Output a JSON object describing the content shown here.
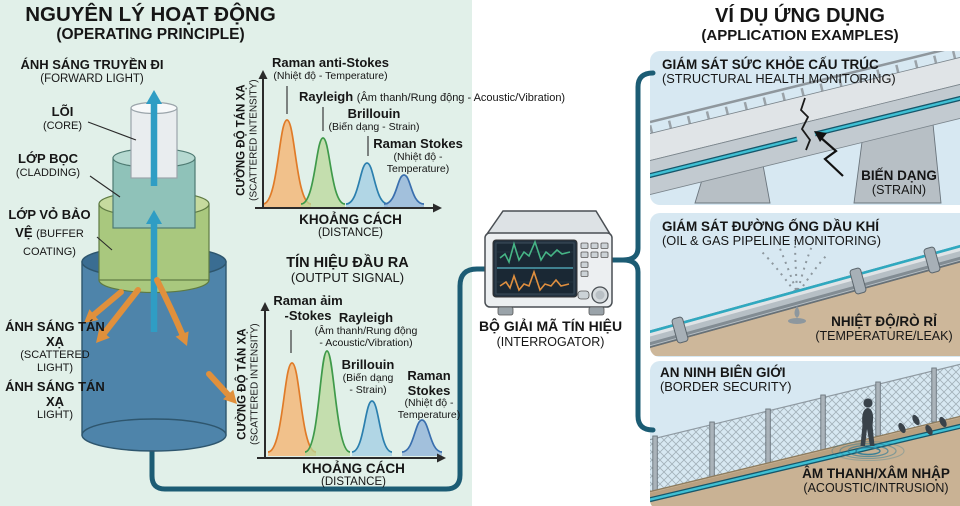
{
  "principle": {
    "title": "NGUYÊN LÝ HOẠT ĐỘNG",
    "subtitle": "(OPERATING PRINCIPLE)",
    "forward_light": {
      "vn": "ÁNH SÁNG TRUYỀN ĐI",
      "en": "(FORWARD LIGHT)"
    },
    "core": {
      "vn": "LÕI",
      "en": "(CORE)"
    },
    "cladding": {
      "vn": "LỚP BỌC",
      "en": "(CLADDING)"
    },
    "buffer": {
      "vn": "LỚP VỎ BẢO VỆ ",
      "en": "(BUFFER COATING)"
    },
    "scattered1": {
      "vn": "ÁNH SÁNG TÁN XẠ",
      "en": "(SCATTERED LIGHT)"
    },
    "scattered2": {
      "vn": "ÁNH SÁNG TÁN XẠ",
      "en": "LIGHT)"
    }
  },
  "charts": {
    "y_axis": {
      "vn": "CƯỜNG ĐỘ TÁN XẠ",
      "en": "(SCATTERED INTENSITY)"
    },
    "x_axis": {
      "vn": "KHOẢNG CÁCH",
      "en": "(DISTANCE)"
    },
    "output_signal": {
      "vn": "TÍN HIỆU ĐẦU RA",
      "en": "(OUTPUT SIGNAL)"
    },
    "backscatter": {
      "raman_anti": {
        "name": "Raman anti-Stokes",
        "desc": "(Nhiệt độ - Temperature)"
      },
      "rayleigh": {
        "name": "Rayleigh ",
        "desc": "(Âm thanh/Rung động - Acoustic/Vibration)"
      },
      "brillouin": {
        "name": "Brillouin",
        "desc": "(Biến dạng - Strain)"
      },
      "raman_stokes": {
        "name": "Raman Stokes",
        "desc1": "(Nhiệt độ -",
        "desc2": "Temperature)"
      }
    },
    "output": {
      "raman_anti": {
        "name1": "Raman ảim",
        "name2": "-Stokes"
      },
      "rayleigh": {
        "name": "Rayleigh",
        "desc1": "(Âm thanh/Rung động",
        "desc2": "- Acoustic/Vibration)"
      },
      "brillouin": {
        "name": "Brillouin",
        "desc1": "(Biến dạng",
        "desc2": "- Strain)"
      },
      "raman_stokes": {
        "name1": "Raman",
        "name2": "Stokes",
        "desc1": "(Nhiệt độ -",
        "desc2": "Temperature)"
      }
    }
  },
  "interrogator": {
    "vn": "BỘ GIẢI MÃ TÍN HIỆU",
    "en": "(INTERROGATOR)"
  },
  "applications": {
    "title": "VÍ DỤ ỨNG DỤNG",
    "subtitle": "(APPLICATION EXAMPLES)",
    "items": [
      {
        "title": "GIÁM SÁT SỨC KHỎE CẤU TRÚC",
        "title_en": "(STRUCTURAL HEALTH MONITORING)",
        "tag": "BIẾN DẠNG",
        "tag_en": "(STRAIN)"
      },
      {
        "title": "GIÁM SÁT ĐƯỜNG ỐNG DẦU KHÍ",
        "title_en": "(OIL & GAS PIPELINE MONITORING)",
        "tag": "NHIỆT ĐỘ/RÒ RỈ",
        "tag_en": "(TEMPERATURE/LEAK)"
      },
      {
        "title": "AN NINH BIÊN GIỚI",
        "title_en": "(BORDER SECURITY)",
        "tag": "ÂM THANH/XÂM NHẬP",
        "tag_en": "(ACOUSTIC/INTRUSION)"
      }
    ]
  },
  "colors": {
    "left_panel": "#e1f0e9",
    "right_panel": "#d7e8f2",
    "connector": "#1c5c74",
    "fiber_cyan": "#3fc0d4",
    "orange_arrow": "#e0903c",
    "forward_arrow": "#2f9dc4",
    "peak_raman_anti": "#e07b28",
    "peak_rayleigh": "#3f9a4a",
    "peak_brillouin": "#2b7fae",
    "peak_raman_stokes": "#3a6fae"
  }
}
